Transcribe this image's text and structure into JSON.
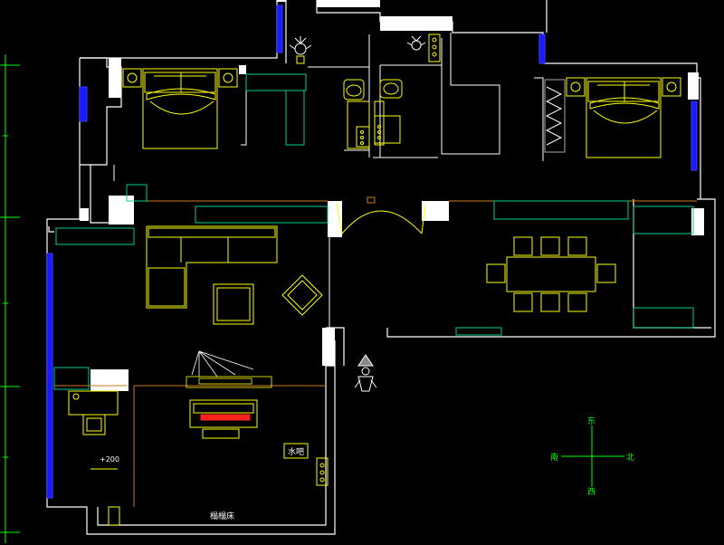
{
  "labels": {
    "water_bar": "水吧",
    "tatami": "榻榻床",
    "level_mark": "+200"
  },
  "compass": {
    "north": "北",
    "south": "南",
    "east": "东",
    "west": "西"
  },
  "colors": {
    "background": "#000000",
    "wall": "#ffffff",
    "furniture": "#ffff00",
    "cabinet": "#00cc99",
    "window": "#1a1aff",
    "trim": "#cc7a1a",
    "compass": "#00ff00",
    "piano_keys": "#ff2020"
  }
}
